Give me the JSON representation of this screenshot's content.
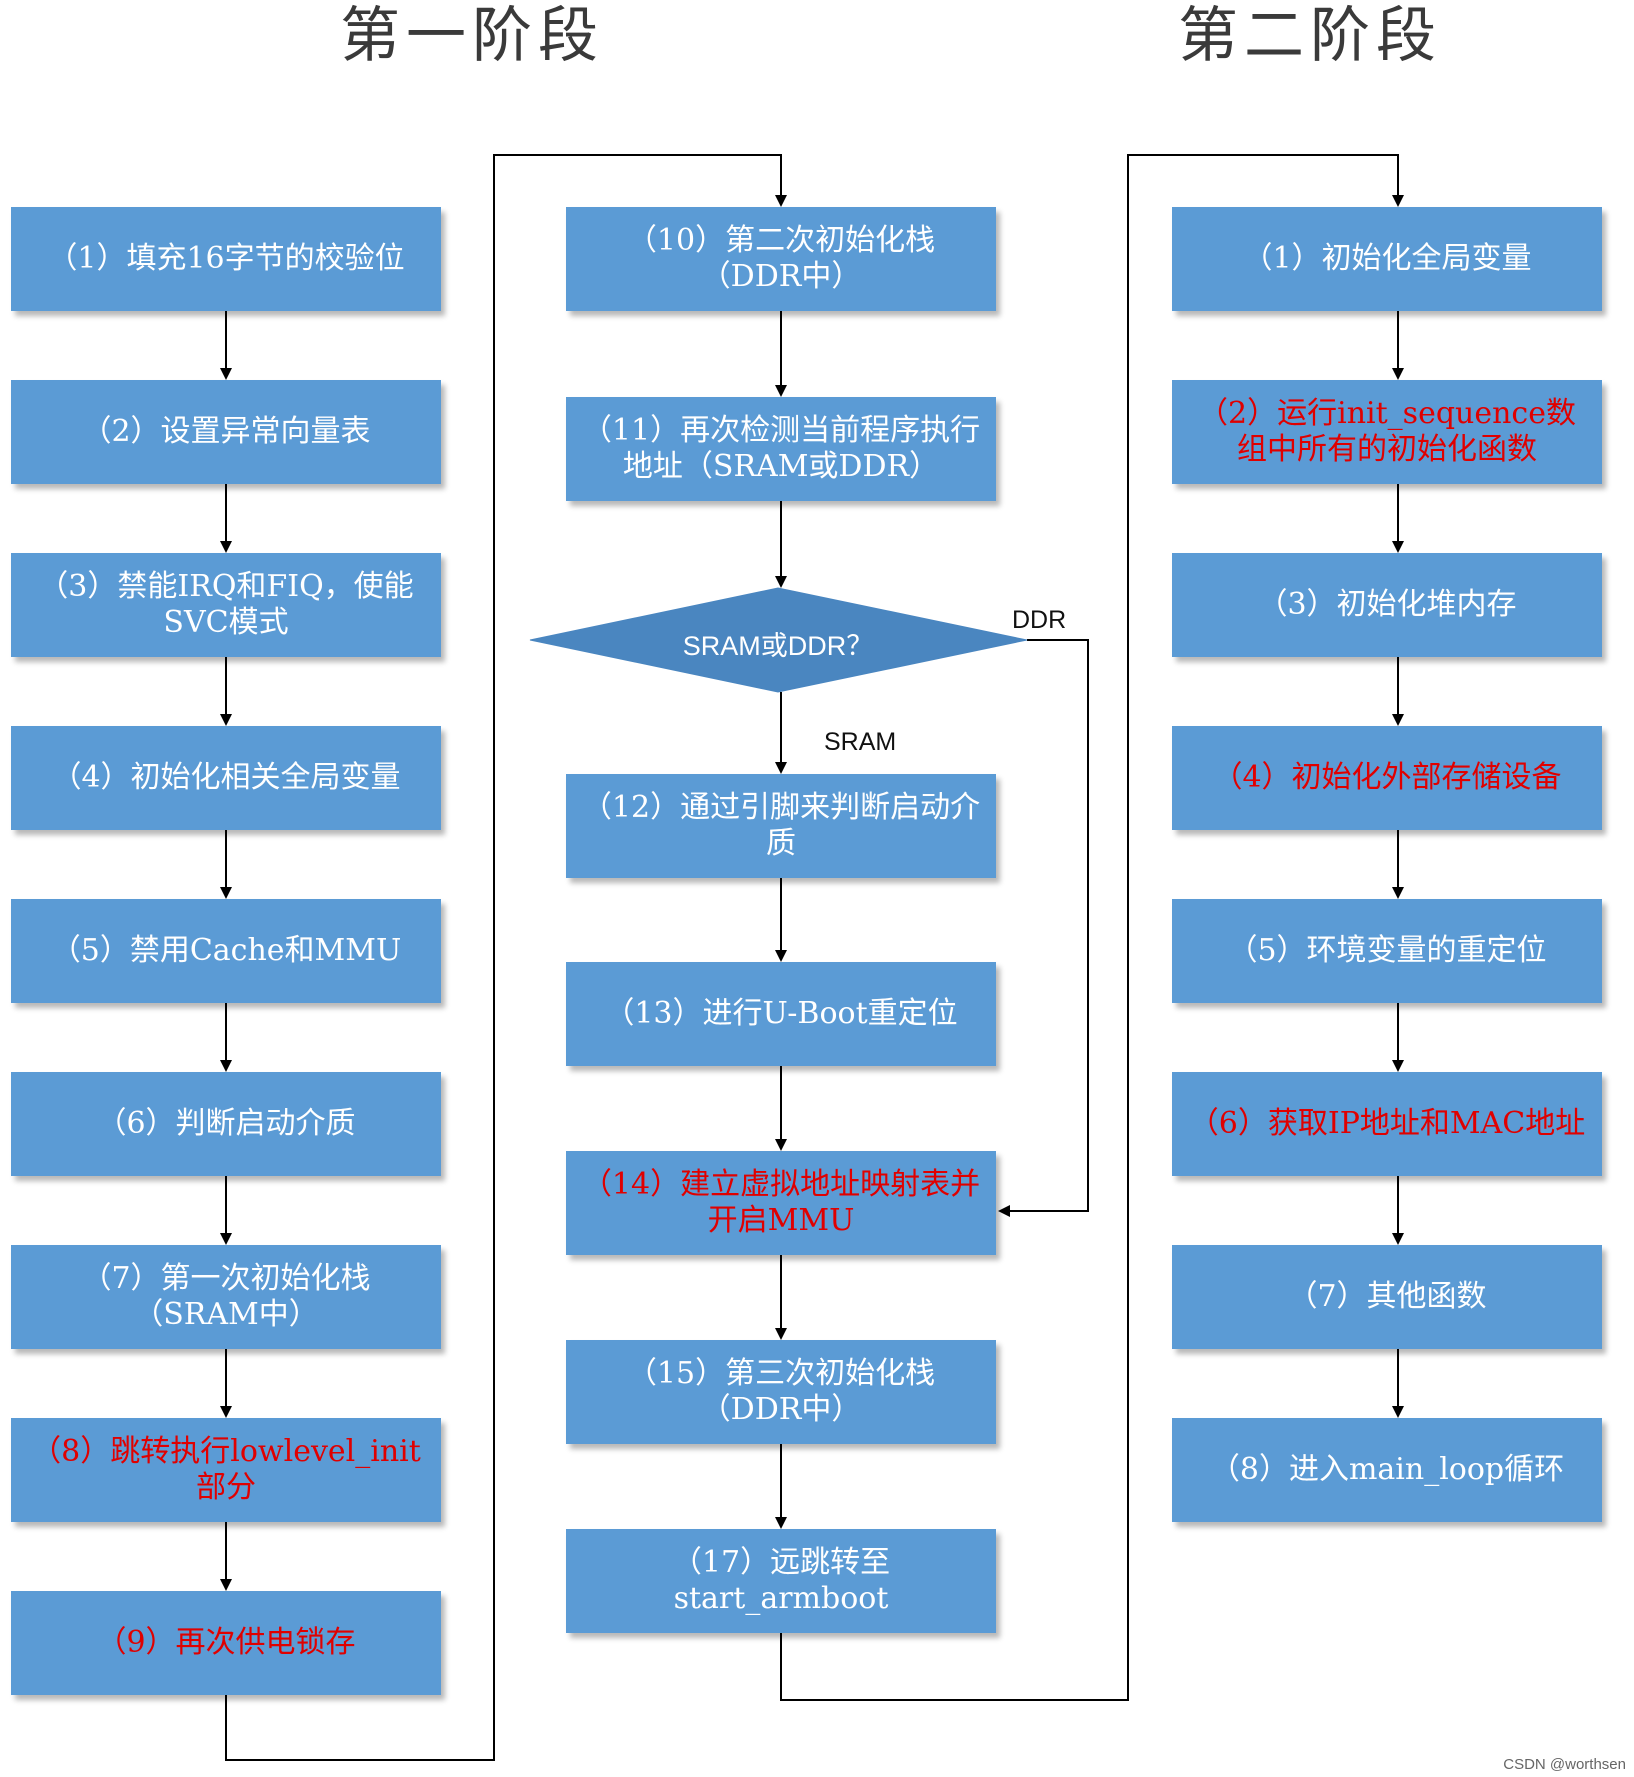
{
  "stages": {
    "stage1": "第一阶段",
    "stage2": "第二阶段"
  },
  "colors": {
    "box_fill": "#5b9bd5",
    "diamond_fill": "#4a86c0",
    "normal_text": "#ffffff",
    "highlight_text": "#e00000",
    "connector": "#000000"
  },
  "column1": [
    {
      "text": "（1）填充16字节的校验位",
      "highlight": false
    },
    {
      "text": "（2）设置异常向量表",
      "highlight": false
    },
    {
      "text": "（3）禁能IRQ和FIQ，使能SVC模式",
      "highlight": false
    },
    {
      "text": "（4）初始化相关全局变量",
      "highlight": false
    },
    {
      "text": "（5）禁用Cache和MMU",
      "highlight": false
    },
    {
      "text": "（6）判断启动介质",
      "highlight": false
    },
    {
      "text": "（7）第一次初始化栈（SRAM中）",
      "highlight": false
    },
    {
      "text": "（8）跳转执行lowlevel_init部分",
      "highlight": true
    },
    {
      "text": "（9）再次供电锁存",
      "highlight": true
    }
  ],
  "column2": [
    {
      "text": "（10）第二次初始化栈（DDR中）",
      "highlight": false
    },
    {
      "text": "（11）再次检测当前程序执行地址（SRAM或DDR）",
      "highlight": false
    },
    {
      "text": "（12）通过引脚来判断启动介质",
      "highlight": false
    },
    {
      "text": "（13）进行U-Boot重定位",
      "highlight": false
    },
    {
      "text": "（14）建立虚拟地址映射表并开启MMU",
      "highlight": true
    },
    {
      "text": "（15）第三次初始化栈（DDR中）",
      "highlight": false
    },
    {
      "text": "（17）远跳转至start_armboot",
      "highlight": false
    }
  ],
  "decision": {
    "text": "SRAM或DDR？",
    "yes_label": "SRAM",
    "no_label": "DDR"
  },
  "column3": [
    {
      "text": "（1）初始化全局变量",
      "highlight": false
    },
    {
      "text": "（2）运行init_sequence数组中所有的初始化函数",
      "highlight": true
    },
    {
      "text": "（3）初始化堆内存",
      "highlight": false
    },
    {
      "text": "（4）初始化外部存储设备",
      "highlight": true
    },
    {
      "text": "（5）环境变量的重定位",
      "highlight": false
    },
    {
      "text": "（6）获取IP地址和MAC地址",
      "highlight": true
    },
    {
      "text": "（7）其他函数",
      "highlight": false
    },
    {
      "text": "（8）进入main_loop循环",
      "highlight": false
    }
  ],
  "watermark": "CSDN @worthsen"
}
